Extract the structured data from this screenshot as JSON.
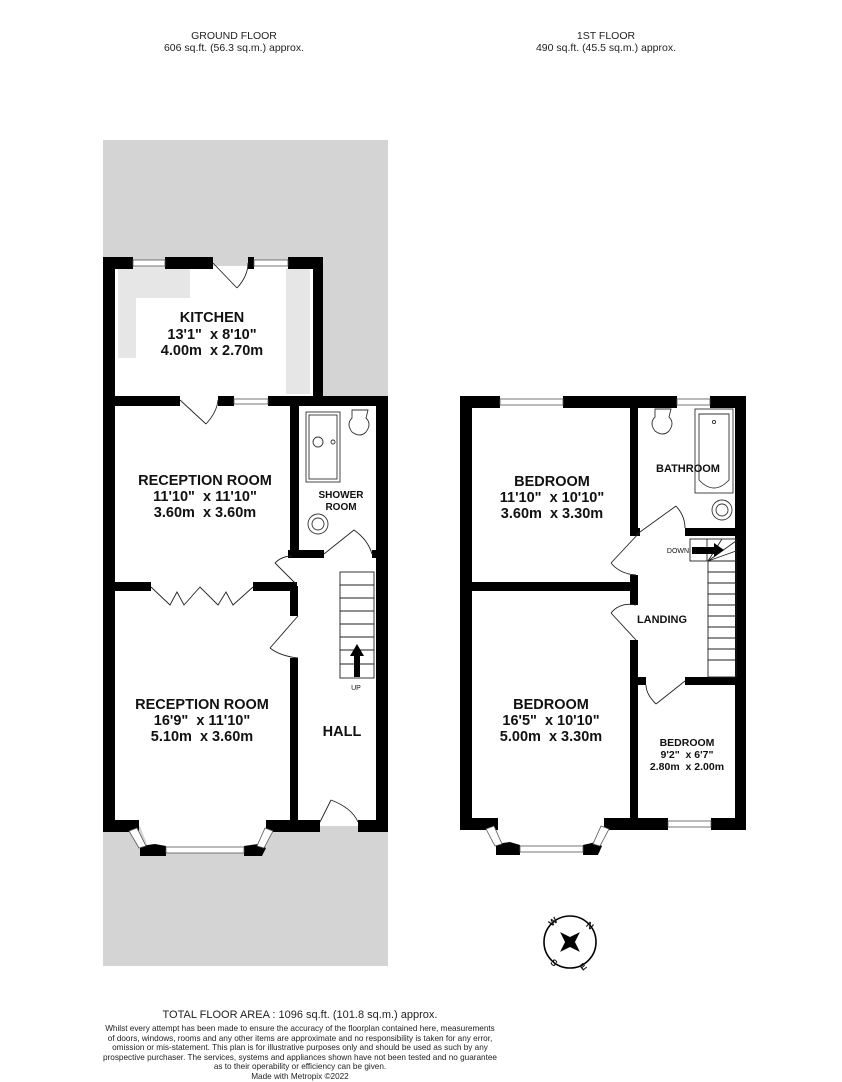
{
  "floors": {
    "ground": {
      "title": "GROUND FLOOR",
      "area": "606 sq.ft. (56.3 sq.m.) approx."
    },
    "first": {
      "title": "1ST FLOOR",
      "area": "490 sq.ft. (45.5 sq.m.) approx."
    }
  },
  "rooms": {
    "kitchen": {
      "name": "KITCHEN",
      "imperial": "13'1\"  x 8'10\"",
      "metric": "4.00m  x 2.70m"
    },
    "reception_rear": {
      "name": "RECEPTION ROOM",
      "imperial": "11'10\"  x 11'10\"",
      "metric": "3.60m  x 3.60m"
    },
    "reception_front": {
      "name": "RECEPTION ROOM",
      "imperial": "16'9\"  x 11'10\"",
      "metric": "5.10m  x 3.60m"
    },
    "shower_room": {
      "name_line1": "SHOWER",
      "name_line2": "ROOM"
    },
    "hall": {
      "name": "HALL",
      "stairs_label": "UP"
    },
    "bedroom_rear": {
      "name": "BEDROOM",
      "imperial": "11'10\"  x 10'10\"",
      "metric": "3.60m  x 3.30m"
    },
    "bathroom": {
      "name": "BATHROOM"
    },
    "landing": {
      "name": "LANDING",
      "stairs_label": "DOWN"
    },
    "bedroom_front": {
      "name": "BEDROOM",
      "imperial": "16'5\"  x 10'10\"",
      "metric": "5.00m  x 3.30m"
    },
    "bedroom_small": {
      "name": "BEDROOM",
      "imperial": "9'2\"  x 6'7\"",
      "metric": "2.80m  x 2.00m"
    }
  },
  "compass": {
    "n": "N",
    "e": "E",
    "s": "S",
    "w": "W"
  },
  "footer": {
    "total": "TOTAL FLOOR AREA : 1096 sq.ft. (101.8 sq.m.) approx.",
    "disclaimer_lines": [
      "Whilst every attempt has been made to ensure the accuracy of the floorplan contained here, measurements",
      "of doors, windows, rooms and any other items are approximate and no responsibility is taken for any error,",
      "omission or mis-statement. This plan is for illustrative purposes only and should be used as such by any",
      "prospective purchaser. The services, systems and appliances shown have not been tested and no guarantee",
      "as to their operability or efficiency can be given."
    ],
    "credit": "Made with Metropix ©2022"
  },
  "colors": {
    "wall": "#000000",
    "garden": "#d4d4d4",
    "worktop": "#e6e6e6",
    "line": "#333333"
  }
}
